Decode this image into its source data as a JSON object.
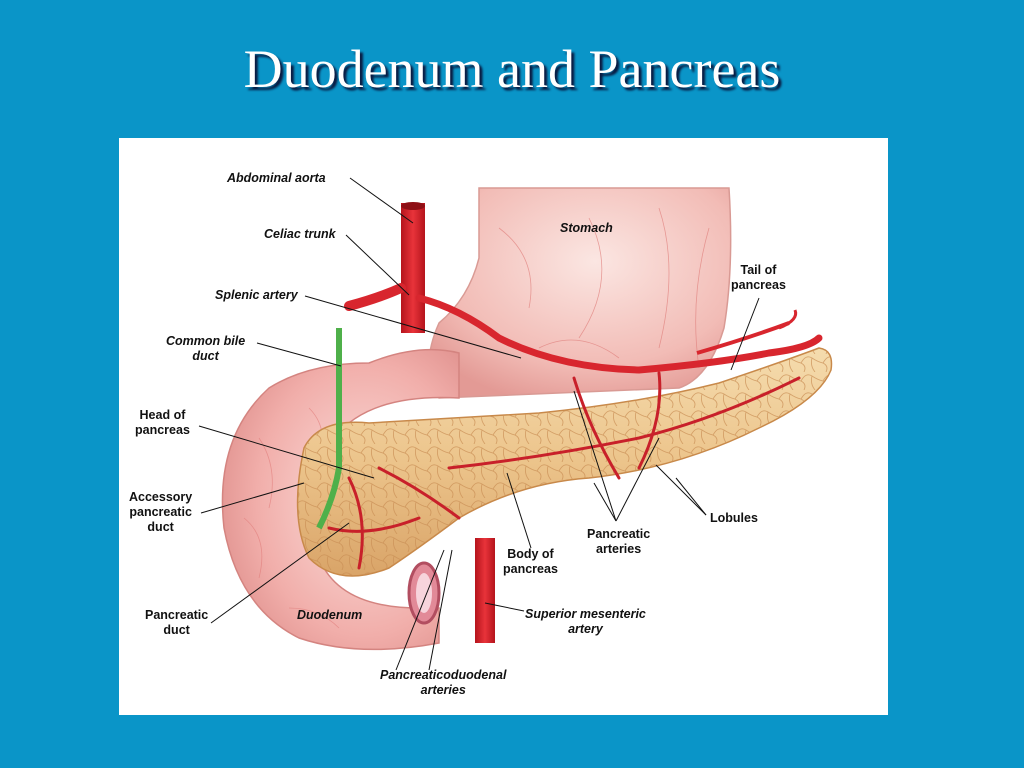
{
  "slide": {
    "title": "Duodenum and Pancreas"
  },
  "labels": {
    "abdominal_aorta": "Abdominal aorta",
    "celiac_trunk": "Celiac trunk",
    "splenic_artery": "Splenic artery",
    "common_bile_duct": [
      "Common bile",
      "duct"
    ],
    "head_of_pancreas": [
      "Head of",
      "pancreas"
    ],
    "accessory_pancreatic_duct": [
      "Accessory",
      "pancreatic",
      "duct"
    ],
    "pancreatic_duct": [
      "Pancreatic",
      "duct"
    ],
    "duodenum": "Duodenum",
    "pancreaticoduodenal_arteries": [
      "Pancreaticoduodenal",
      "arteries"
    ],
    "stomach": "Stomach",
    "tail_of_pancreas": [
      "Tail of",
      "pancreas"
    ],
    "lobules": "Lobules",
    "pancreatic_arteries": [
      "Pancreatic",
      "arteries"
    ],
    "body_of_pancreas": [
      "Body of",
      "pancreas"
    ],
    "superior_mesenteric_artery": [
      "Superior mesenteric",
      "artery"
    ]
  },
  "colors": {
    "background": "#0a95c8",
    "figure_background": "#ffffff",
    "artery": "#d8262e",
    "pancreas": "#e9c48a",
    "duodenum": "#f2b3b0",
    "stomach": "#f4c8c2",
    "bile_duct": "#4fb04a"
  }
}
